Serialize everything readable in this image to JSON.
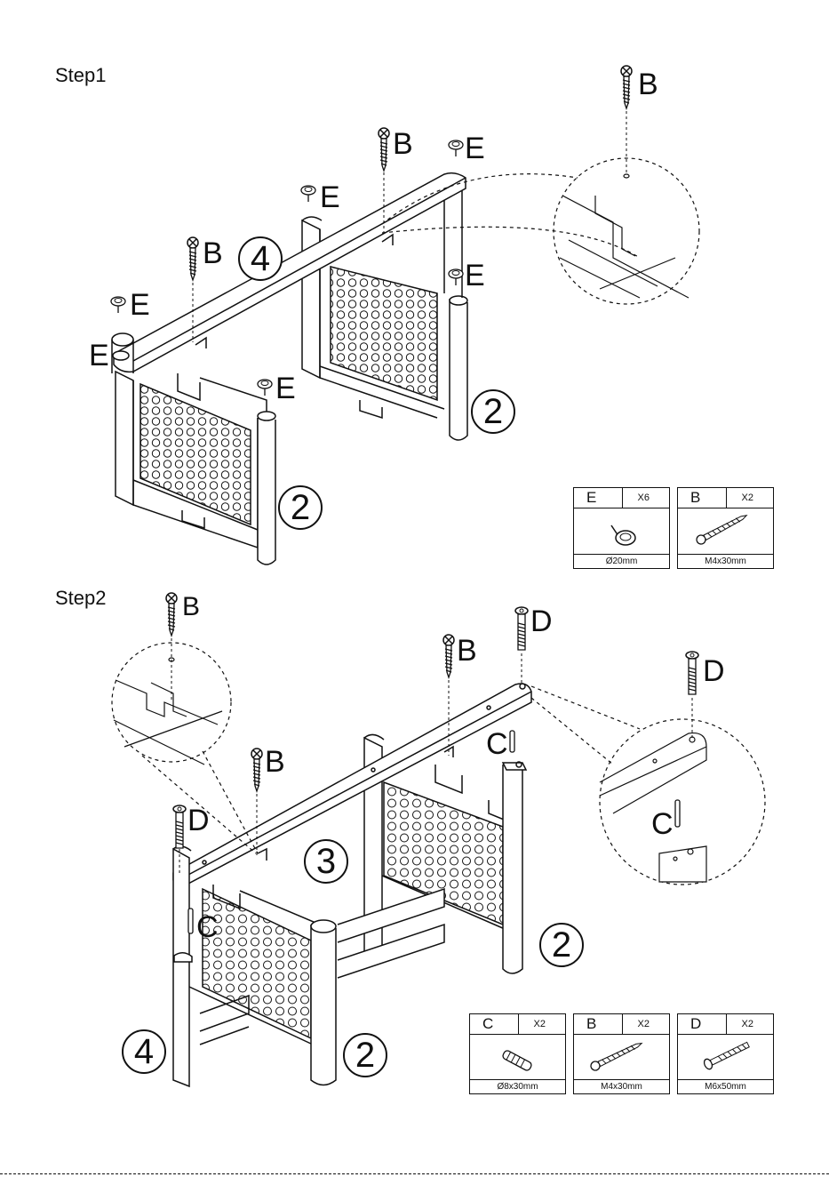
{
  "step1": {
    "title": "Step1",
    "labels": [
      "B",
      "B",
      "B",
      "E",
      "E",
      "E",
      "E",
      "E",
      "E"
    ],
    "numbers": [
      "4",
      "2",
      "2"
    ],
    "parts": [
      {
        "letter": "E",
        "qty": "X6",
        "size": "Ø20mm",
        "icon": "cap-icon"
      },
      {
        "letter": "B",
        "qty": "X2",
        "size": "M4x30mm",
        "icon": "screw-icon"
      }
    ]
  },
  "step2": {
    "title": "Step2",
    "labels": [
      "B",
      "B",
      "B",
      "D",
      "D",
      "D",
      "C",
      "C",
      "C"
    ],
    "numbers": [
      "3",
      "2",
      "2",
      "4"
    ],
    "parts": [
      {
        "letter": "C",
        "qty": "X2",
        "size": "Ø8x30mm",
        "icon": "dowel-icon"
      },
      {
        "letter": "B",
        "qty": "X2",
        "size": "M4x30mm",
        "icon": "screw-icon"
      },
      {
        "letter": "D",
        "qty": "X2",
        "size": "M6x50mm",
        "icon": "bolt-icon"
      }
    ]
  }
}
